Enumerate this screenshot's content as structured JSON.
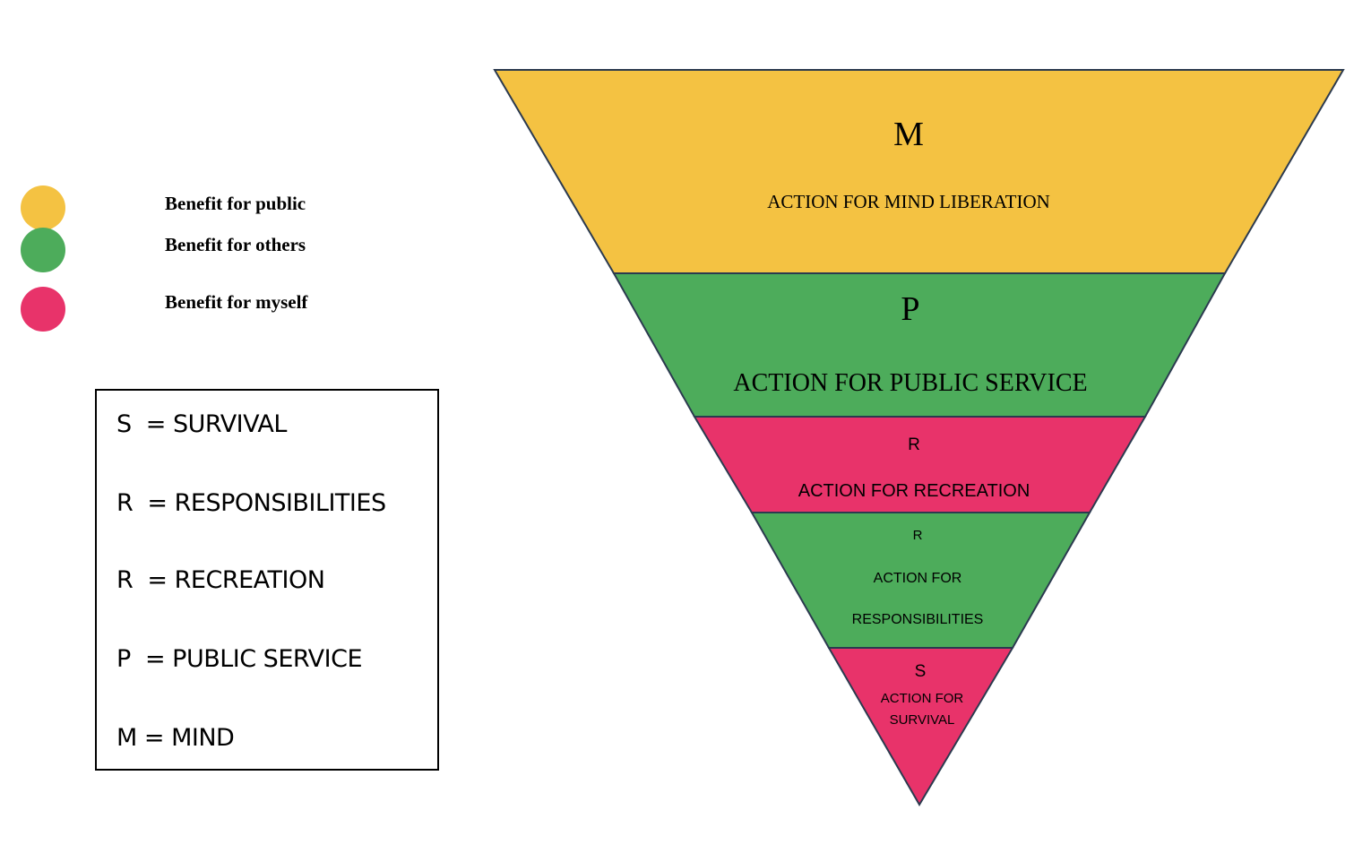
{
  "legend": {
    "items": [
      {
        "label": "Benefit for public",
        "color": "#F4C242"
      },
      {
        "label": "Benefit for others",
        "color": "#4DAC5B"
      },
      {
        "label": "Benefit for myself",
        "color": "#E8336A"
      }
    ]
  },
  "key": {
    "rows": [
      {
        "letter": "S",
        "meaning": "SURVIVAL"
      },
      {
        "letter": "R",
        "meaning": "RESPONSIBILITIES"
      },
      {
        "letter": "R",
        "meaning": "RECREATION"
      },
      {
        "letter": "P",
        "meaning": "PUBLIC SERVICE"
      },
      {
        "letter": "M",
        "meaning": "MIND"
      }
    ]
  },
  "pyramid": {
    "layers": [
      {
        "letter": "M",
        "lines": [
          "ACTION FOR MIND  LIBERATION"
        ],
        "color": "#F4C242"
      },
      {
        "letter": "P",
        "lines": [
          "ACTION FOR PUBLIC SERVICE"
        ],
        "color": "#4DAC5B"
      },
      {
        "letter": "R",
        "lines": [
          "ACTION FOR RECREATION"
        ],
        "color": "#E8336A"
      },
      {
        "letter": "R",
        "lines": [
          "ACTION FOR",
          "RESPONSIBILITIES"
        ],
        "color": "#4DAC5B"
      },
      {
        "letter": "S",
        "lines": [
          "ACTION FOR",
          "SURVIVAL"
        ],
        "color": "#E8336A"
      }
    ],
    "outline_color": "#2B3A4F"
  }
}
